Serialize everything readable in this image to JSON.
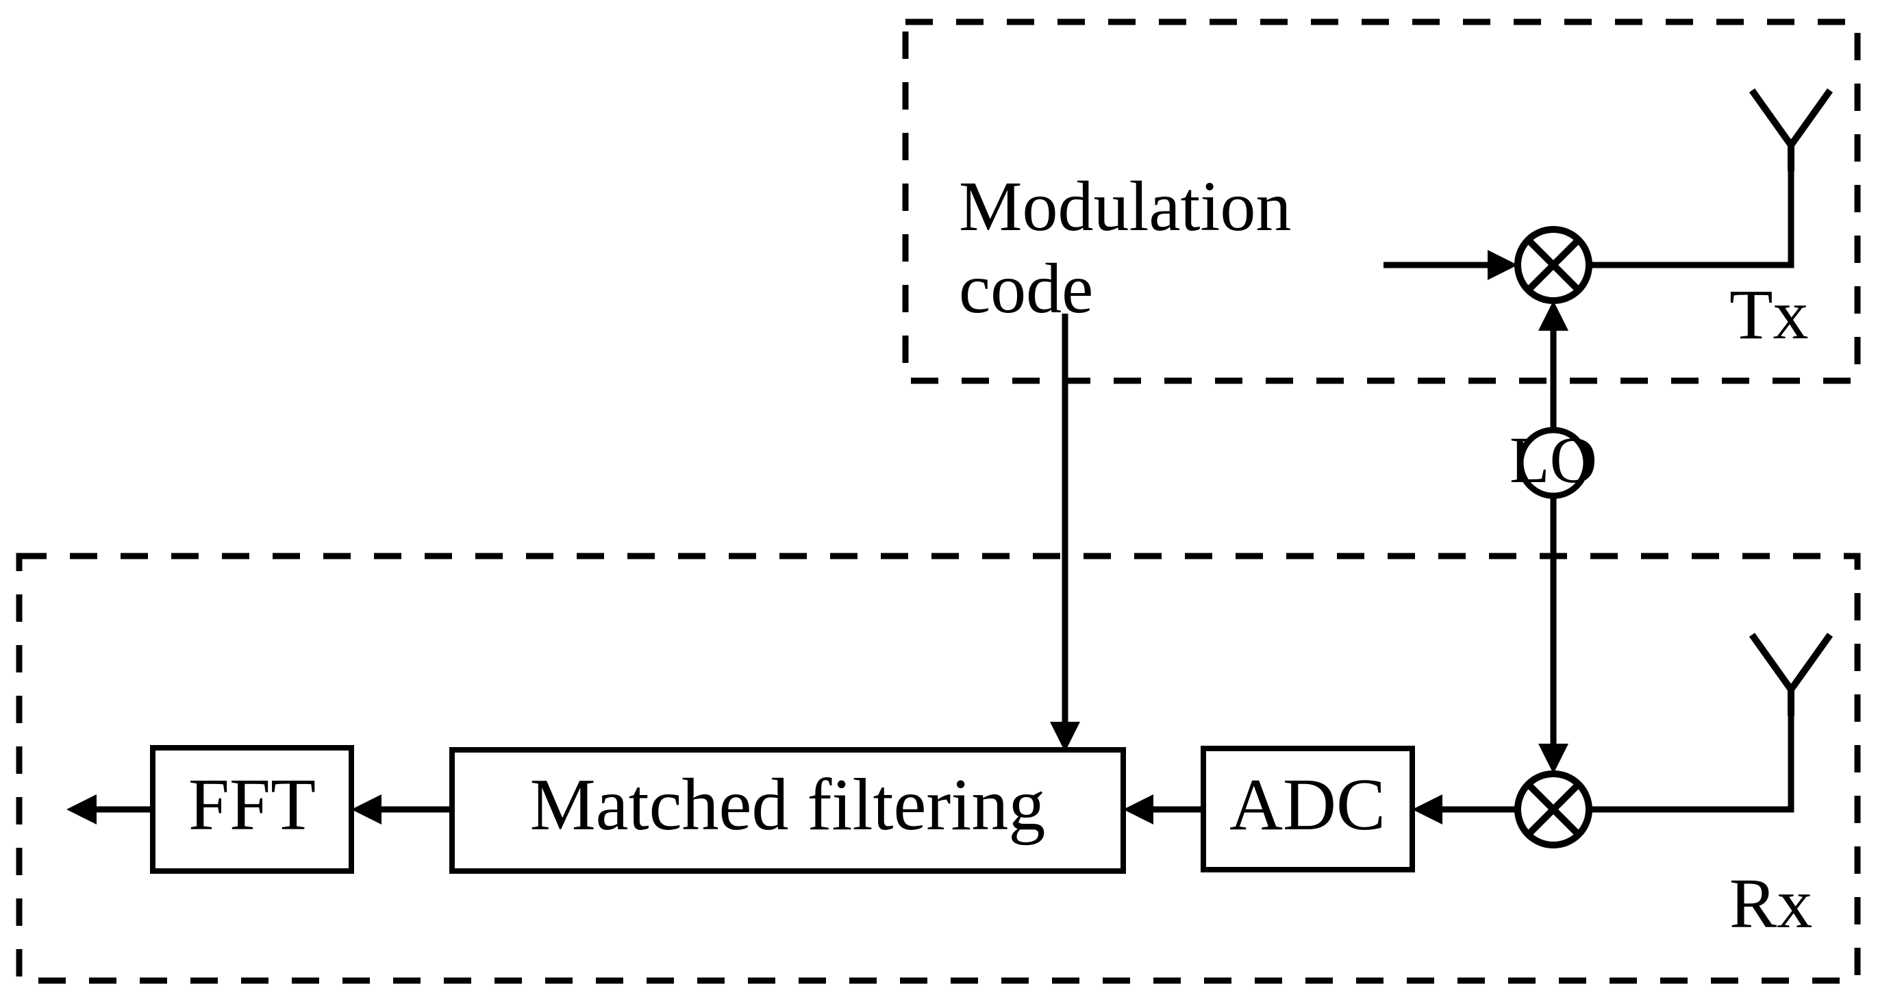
{
  "diagram": {
    "title": "Radar transceiver block diagram",
    "background_color": "#ffffff",
    "line_color": "#000000",
    "regions": [
      {
        "id": "tx",
        "label": "Tx",
        "style": "dashed"
      },
      {
        "id": "rx",
        "label": "Rx",
        "style": "dashed"
      }
    ],
    "tx": {
      "region_label": "Tx",
      "source_label_line1": "Modulation",
      "source_label_line2": "code",
      "mixer_symbol": "⊗",
      "antenna_symbol": "Y"
    },
    "lo": {
      "label": "LO",
      "shape": "circle"
    },
    "rx": {
      "region_label": "Rx",
      "mixer_symbol": "⊗",
      "antenna_symbol": "Y",
      "blocks": [
        {
          "id": "fft",
          "label": "FFT"
        },
        {
          "id": "matched-filtering",
          "label": "Matched  filtering"
        },
        {
          "id": "adc",
          "label": "ADC"
        }
      ]
    },
    "signal_flow": [
      "Modulation code → Tx mixer",
      "LO → Tx mixer",
      "Tx mixer → Tx antenna",
      "Rx antenna → Rx mixer",
      "LO → Rx mixer",
      "Rx mixer → ADC",
      "ADC → Matched filtering",
      "Modulation code → Matched filtering",
      "Matched filtering → FFT",
      "FFT → output"
    ]
  }
}
